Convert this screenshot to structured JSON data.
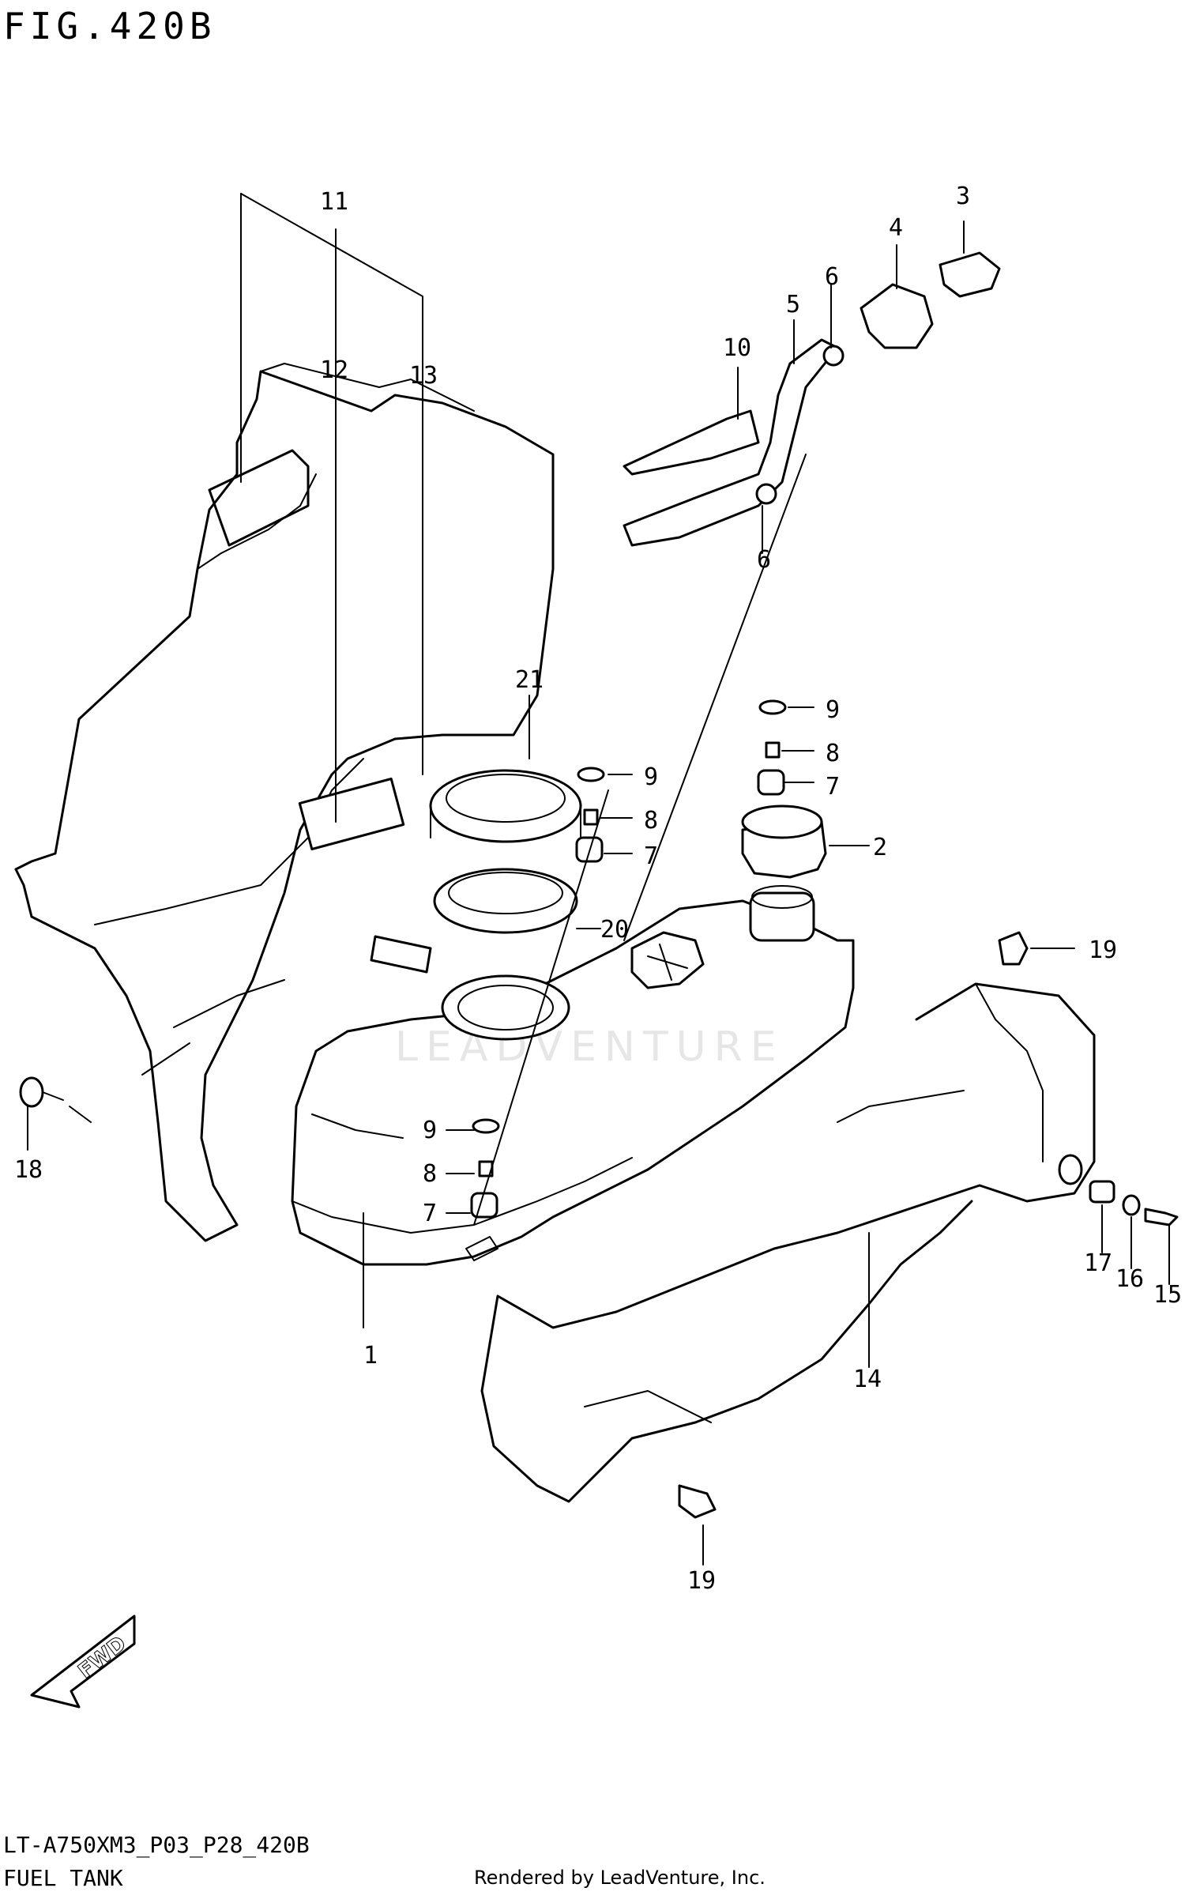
{
  "figure": {
    "title": "FIG.420B",
    "model_code": "LT-A750XM3_P03_P28_420B",
    "section_name": "FUEL TANK",
    "credit": "Rendered by LeadVenture, Inc.",
    "watermark": "LEADVENTURE",
    "fwd_label": "FWD"
  },
  "callouts": [
    {
      "id": "c1",
      "label": "1"
    },
    {
      "id": "c2",
      "label": "2"
    },
    {
      "id": "c3",
      "label": "3"
    },
    {
      "id": "c4",
      "label": "4"
    },
    {
      "id": "c5",
      "label": "5"
    },
    {
      "id": "c6a",
      "label": "6"
    },
    {
      "id": "c6b",
      "label": "6"
    },
    {
      "id": "c7a",
      "label": "7"
    },
    {
      "id": "c7b",
      "label": "7"
    },
    {
      "id": "c7c",
      "label": "7"
    },
    {
      "id": "c8a",
      "label": "8"
    },
    {
      "id": "c8b",
      "label": "8"
    },
    {
      "id": "c8c",
      "label": "8"
    },
    {
      "id": "c9a",
      "label": "9"
    },
    {
      "id": "c9b",
      "label": "9"
    },
    {
      "id": "c9c",
      "label": "9"
    },
    {
      "id": "c10",
      "label": "10"
    },
    {
      "id": "c11",
      "label": "11"
    },
    {
      "id": "c12",
      "label": "12"
    },
    {
      "id": "c13",
      "label": "13"
    },
    {
      "id": "c14",
      "label": "14"
    },
    {
      "id": "c15",
      "label": "15"
    },
    {
      "id": "c16",
      "label": "16"
    },
    {
      "id": "c17",
      "label": "17"
    },
    {
      "id": "c18",
      "label": "18"
    },
    {
      "id": "c19a",
      "label": "19"
    },
    {
      "id": "c19b",
      "label": "19"
    },
    {
      "id": "c20",
      "label": "20"
    },
    {
      "id": "c21",
      "label": "21"
    }
  ]
}
